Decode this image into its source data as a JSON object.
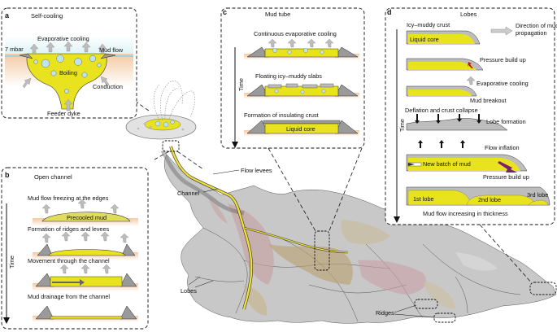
{
  "panels": {
    "a": {
      "letter": "a",
      "title": "Self-cooling",
      "evaporative": "Evaporative cooling",
      "pressure": "7 mbar",
      "mudflow": "Mud flow",
      "boiling": "Boiling",
      "conduction": "Conduction",
      "feeder": "Feeder dyke"
    },
    "b": {
      "letter": "b",
      "title": "Open channel",
      "step1": "Mud flow freezing at the edges",
      "precooled": "Precooled mud",
      "step2": "Formation of ridges and levees",
      "step3": "Movement through the channel",
      "step4": "Mud drainage from the channel",
      "time": "Time"
    },
    "c": {
      "letter": "c",
      "title": "Mud tube",
      "step1": "Continuous evaporative cooling",
      "step2": "Floating icy–muddy slabs",
      "step3": "Formation of insulating crust",
      "liquid": "Liquid core",
      "time": "Time"
    },
    "d": {
      "letter": "d",
      "title": "Lobes",
      "crust": "Icy–muddy crust",
      "direction": "Direction of mud propagation",
      "liquid": "Liquid core",
      "pressure1": "Pressure build up",
      "evap": "Evaporative cooling",
      "breakout": "Mud breakout",
      "deflation": "Deflation and crust collapse",
      "lobeform": "Lobe formation",
      "inflation": "Flow inflation",
      "newbatch": "New batch of mud",
      "pressure2": "Pressure build up",
      "lobe1": "1st lobe",
      "lobe2": "2nd lobe",
      "lobe3": "3rd lobe",
      "thickness": "Mud flow increasing in thickness",
      "time": "Time"
    }
  },
  "main": {
    "flowlevees": "Flow levees",
    "channel": "Channel",
    "lobes": "Lobes",
    "ridges": "Ridges"
  }
}
